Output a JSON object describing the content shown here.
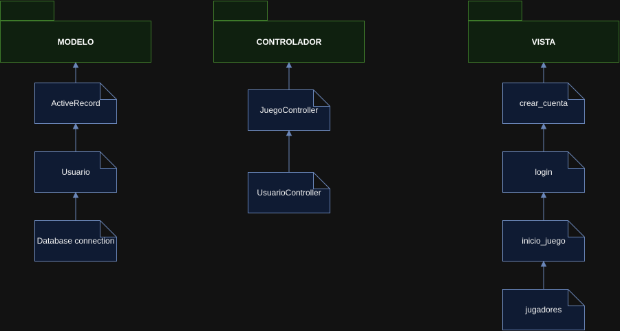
{
  "diagram": {
    "packages": [
      {
        "id": "modelo",
        "label": "MODELO"
      },
      {
        "id": "controlador",
        "label": "CONTROLADOR"
      },
      {
        "id": "vista",
        "label": "VISTA"
      }
    ],
    "artifacts": [
      {
        "id": "activerecord",
        "label": "ActiveRecord",
        "package": "modelo"
      },
      {
        "id": "usuario",
        "label": "Usuario",
        "package": "modelo"
      },
      {
        "id": "dbconn",
        "label": "Database connection",
        "package": "modelo"
      },
      {
        "id": "juegocontroller",
        "label": "JuegoController",
        "package": "controlador"
      },
      {
        "id": "usuariocontroller",
        "label": "UsuarioController",
        "package": "controlador"
      },
      {
        "id": "crear_cuenta",
        "label": "crear_cuenta",
        "package": "vista"
      },
      {
        "id": "login",
        "label": "login",
        "package": "vista"
      },
      {
        "id": "inicio_juego",
        "label": "inicio_juego",
        "package": "vista"
      },
      {
        "id": "jugadores",
        "label": "jugadores",
        "package": "vista"
      }
    ],
    "connections": [
      {
        "from": "activerecord",
        "to": "modelo"
      },
      {
        "from": "usuario",
        "to": "activerecord"
      },
      {
        "from": "dbconn",
        "to": "usuario"
      },
      {
        "from": "juegocontroller",
        "to": "controlador"
      },
      {
        "from": "usuariocontroller",
        "to": "juegocontroller"
      },
      {
        "from": "crear_cuenta",
        "to": "vista"
      },
      {
        "from": "login",
        "to": "crear_cuenta"
      },
      {
        "from": "inicio_juego",
        "to": "login"
      },
      {
        "from": "jugadores",
        "to": "inicio_juego"
      }
    ],
    "colors": {
      "background": "#121212",
      "package_fill": "#0f200f",
      "package_stroke": "#3e7a2a",
      "artifact_fill": "#0f1b33",
      "artifact_stroke": "#6a86b8",
      "connector": "#6a86b8"
    }
  }
}
